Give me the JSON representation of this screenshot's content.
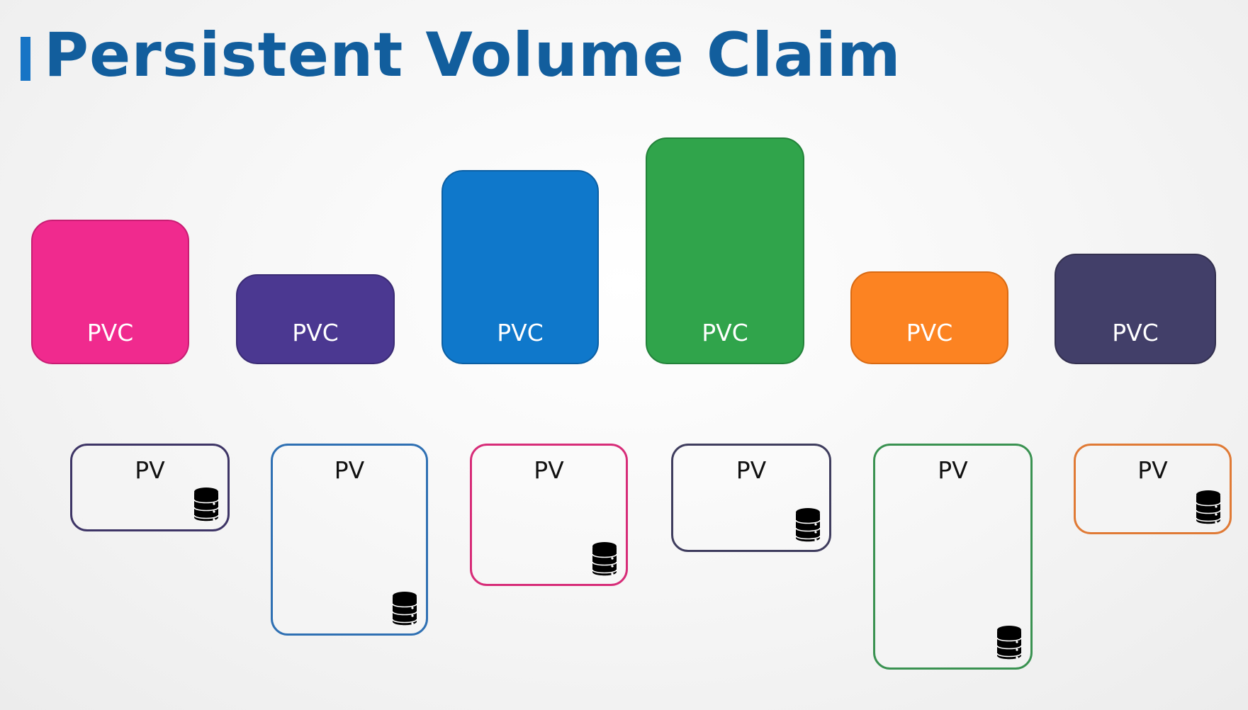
{
  "title": "Persistent Volume Claim",
  "colors": {
    "title": "#125e9d",
    "title_bar": "#1774c5",
    "pvc_1": "#f02a8e",
    "pvc_2": "#4b3891",
    "pvc_3": "#0f78cb",
    "pvc_4": "#30a44b",
    "pvc_5": "#fc8322",
    "pvc_6": "#423f69",
    "pv_1": "#3e3566",
    "pv_2": "#2f70b3",
    "pv_3": "#d72c78",
    "pv_4": "#3f3d5e",
    "pv_5": "#3a9251",
    "pv_6": "#e07a35"
  },
  "pvcs": [
    {
      "label": "PVC"
    },
    {
      "label": "PVC"
    },
    {
      "label": "PVC"
    },
    {
      "label": "PVC"
    },
    {
      "label": "PVC"
    },
    {
      "label": "PVC"
    }
  ],
  "pvs": [
    {
      "label": "PV",
      "icon": "database-icon"
    },
    {
      "label": "PV",
      "icon": "database-icon"
    },
    {
      "label": "PV",
      "icon": "database-icon"
    },
    {
      "label": "PV",
      "icon": "database-icon"
    },
    {
      "label": "PV",
      "icon": "database-icon"
    },
    {
      "label": "PV",
      "icon": "database-icon"
    }
  ]
}
